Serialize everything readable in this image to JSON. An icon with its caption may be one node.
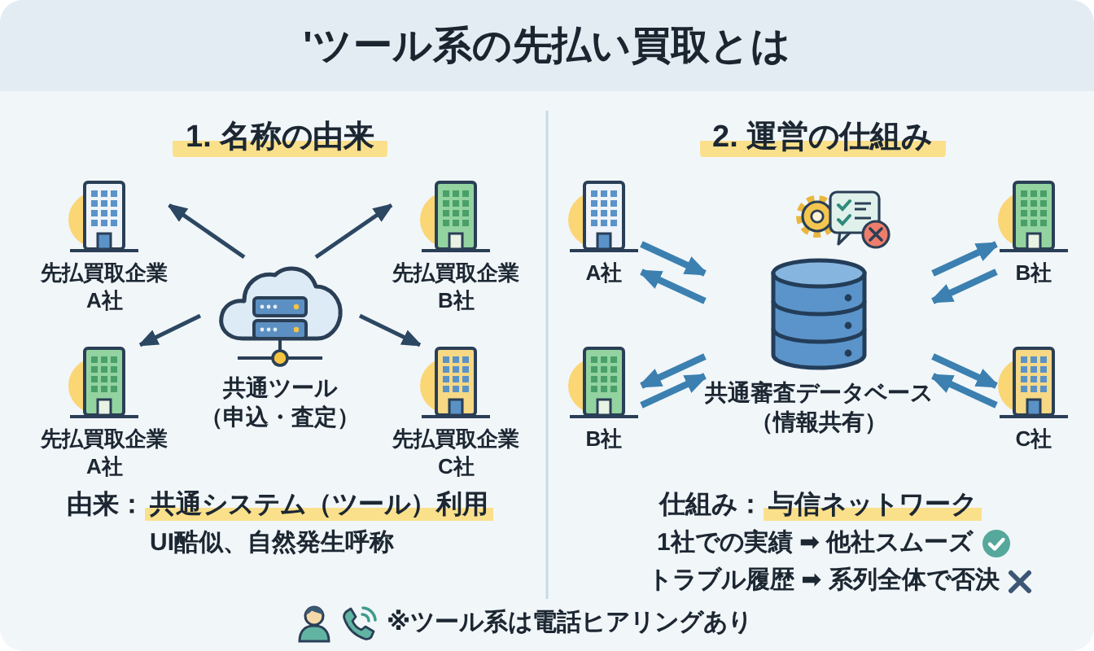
{
  "diagram": {
    "title": "'ツール系の先払い買取とは",
    "nodes": [
      {
        "text": [
          "先払買取企業A社"
        ]
      },
      {
        "text": [
          "先払買取企業B社"
        ]
      },
      {
        "text": [
          "共通ツール",
          "（申込・査定）"
        ]
      },
      {
        "text": [
          "先払買取企業A社"
        ]
      },
      {
        "text": [
          "先払買取企業C社"
        ]
      },
      {
        "text": [
          "A社"
        ]
      },
      {
        "text": [
          "B社"
        ]
      },
      {
        "text": [
          "共通審査データベース",
          "（情報共有）"
        ]
      },
      {
        "text": [
          "B社"
        ]
      },
      {
        "text": [
          "C社"
        ]
      }
    ],
    "edges": [
      {
        "from": 2,
        "to": 0,
        "arrow": "to",
        "color": "#2c4762"
      },
      {
        "from": 2,
        "to": 1,
        "arrow": "to",
        "color": "#2c4762"
      },
      {
        "from": 2,
        "to": 3,
        "arrow": "to",
        "color": "#2c4762"
      },
      {
        "from": 2,
        "to": 4,
        "arrow": "to",
        "color": "#2c4762"
      },
      {
        "from": 5,
        "to": 7,
        "arrow": "to"
      },
      {
        "from": 7,
        "to": 5,
        "arrow": "to"
      },
      {
        "from": 7,
        "to": 6,
        "arrow": "to"
      },
      {
        "from": 6,
        "to": 7,
        "arrow": "to"
      },
      {
        "from": 7,
        "to": 8,
        "arrow": "to"
      },
      {
        "from": 8,
        "to": 7,
        "arrow": "to"
      },
      {
        "from": 7,
        "to": 9,
        "arrow": "to"
      },
      {
        "from": 9,
        "to": 7,
        "arrow": "to"
      }
    ],
    "labels": [
      "1. 名称の由来",
      "2. 運営の仕組み",
      "由来：",
      "共通システム（ツール）利用",
      "UI酷似、自然発生呼称",
      "仕組み：",
      "与信ネットワーク",
      "1社での実績 ➡ 他社スムーズ",
      "トラブル履歴 ➡ 系列全体で否決",
      "※ツール系は電話ヒアリングあり"
    ]
  }
}
